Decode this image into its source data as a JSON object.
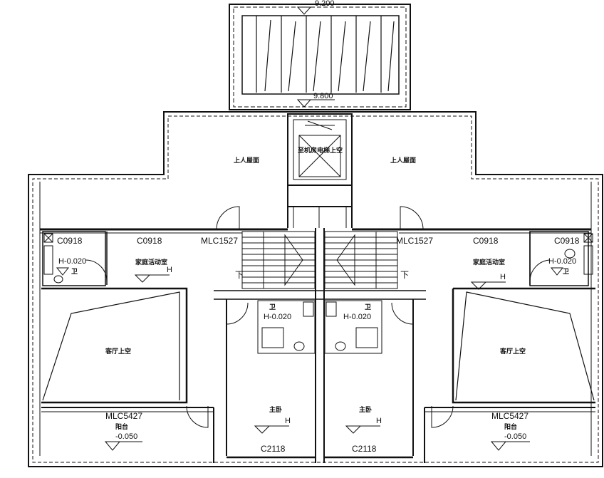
{
  "drawing": {
    "elevations": {
      "top": "9.200",
      "roof": "9.800",
      "left_bath": "H-0.020",
      "right_bath": "H-0.020",
      "center_left": "H-0.020",
      "center_right": "H-0.020",
      "left_balcony": "-0.050",
      "right_balcony": "-0.050"
    },
    "markers": {
      "h": "H",
      "down": "下"
    },
    "door_window_codes": {
      "c0918": "C0918",
      "mlc1527": "MLC1527",
      "mlc5427": "MLC5427",
      "c2118": "C2118"
    },
    "rooms": {
      "roof_terrace": "上人屋面",
      "stair_well": "至机房电梯上空",
      "family_room": "家庭活动室",
      "living_void": "客厅上空",
      "master_bed": "主卧",
      "balcony": "阳台",
      "bath": "卫"
    }
  }
}
